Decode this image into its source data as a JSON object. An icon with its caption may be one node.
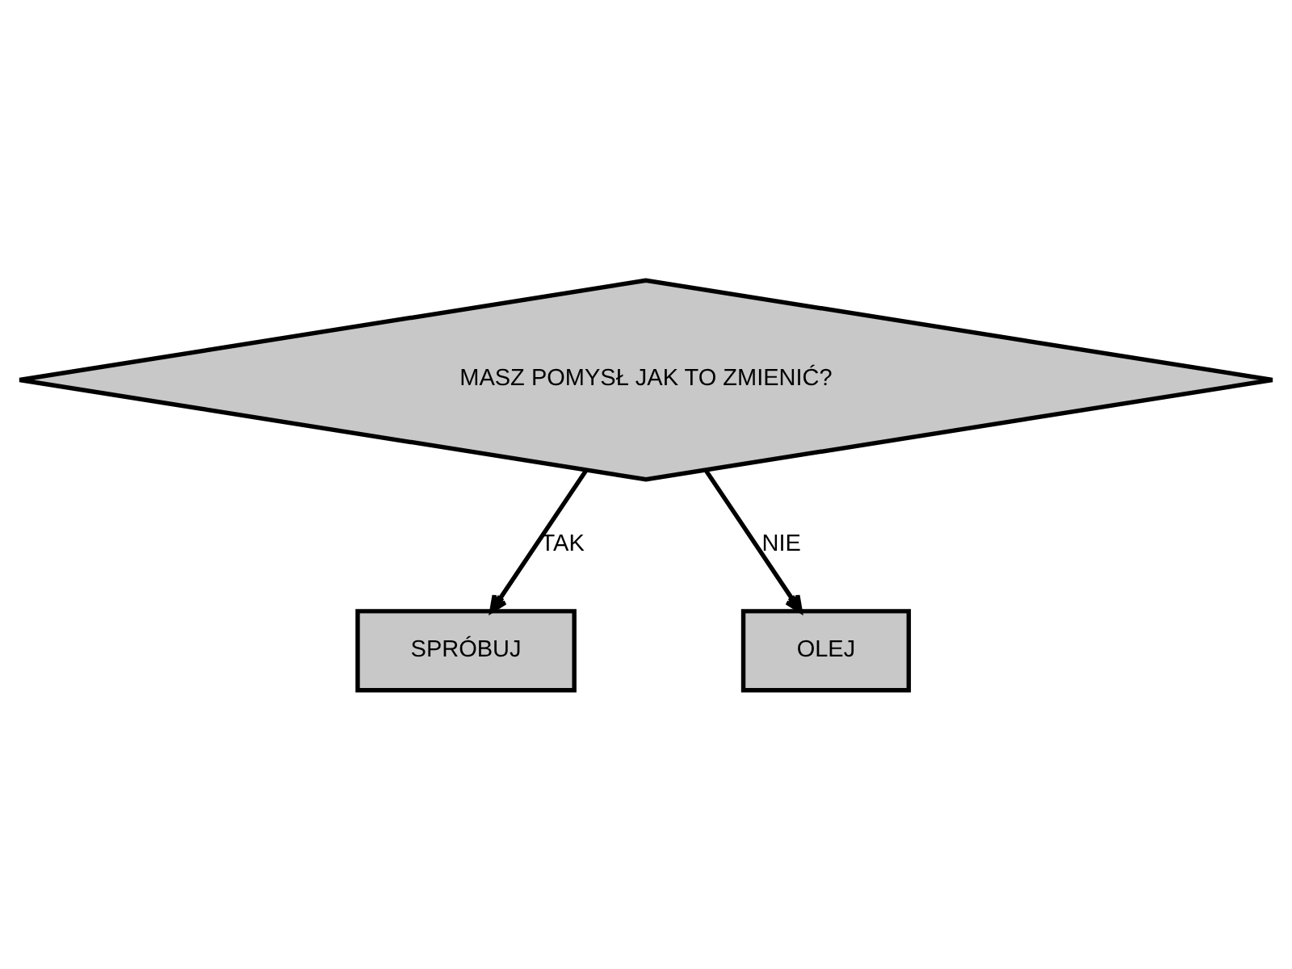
{
  "diagram": {
    "nodes": [
      {
        "text": [
          "MASZ POMYSŁ JAK TO ZMIENIĆ?"
        ]
      },
      {
        "text": [
          "SPRÓBUJ"
        ]
      },
      {
        "text": [
          "OLEJ"
        ]
      }
    ],
    "edges": [
      {
        "from": 0,
        "to": 1,
        "arrow": "to",
        "label": "TAK"
      },
      {
        "from": 0,
        "to": 2,
        "arrow": "to",
        "label": "NIE"
      }
    ]
  }
}
